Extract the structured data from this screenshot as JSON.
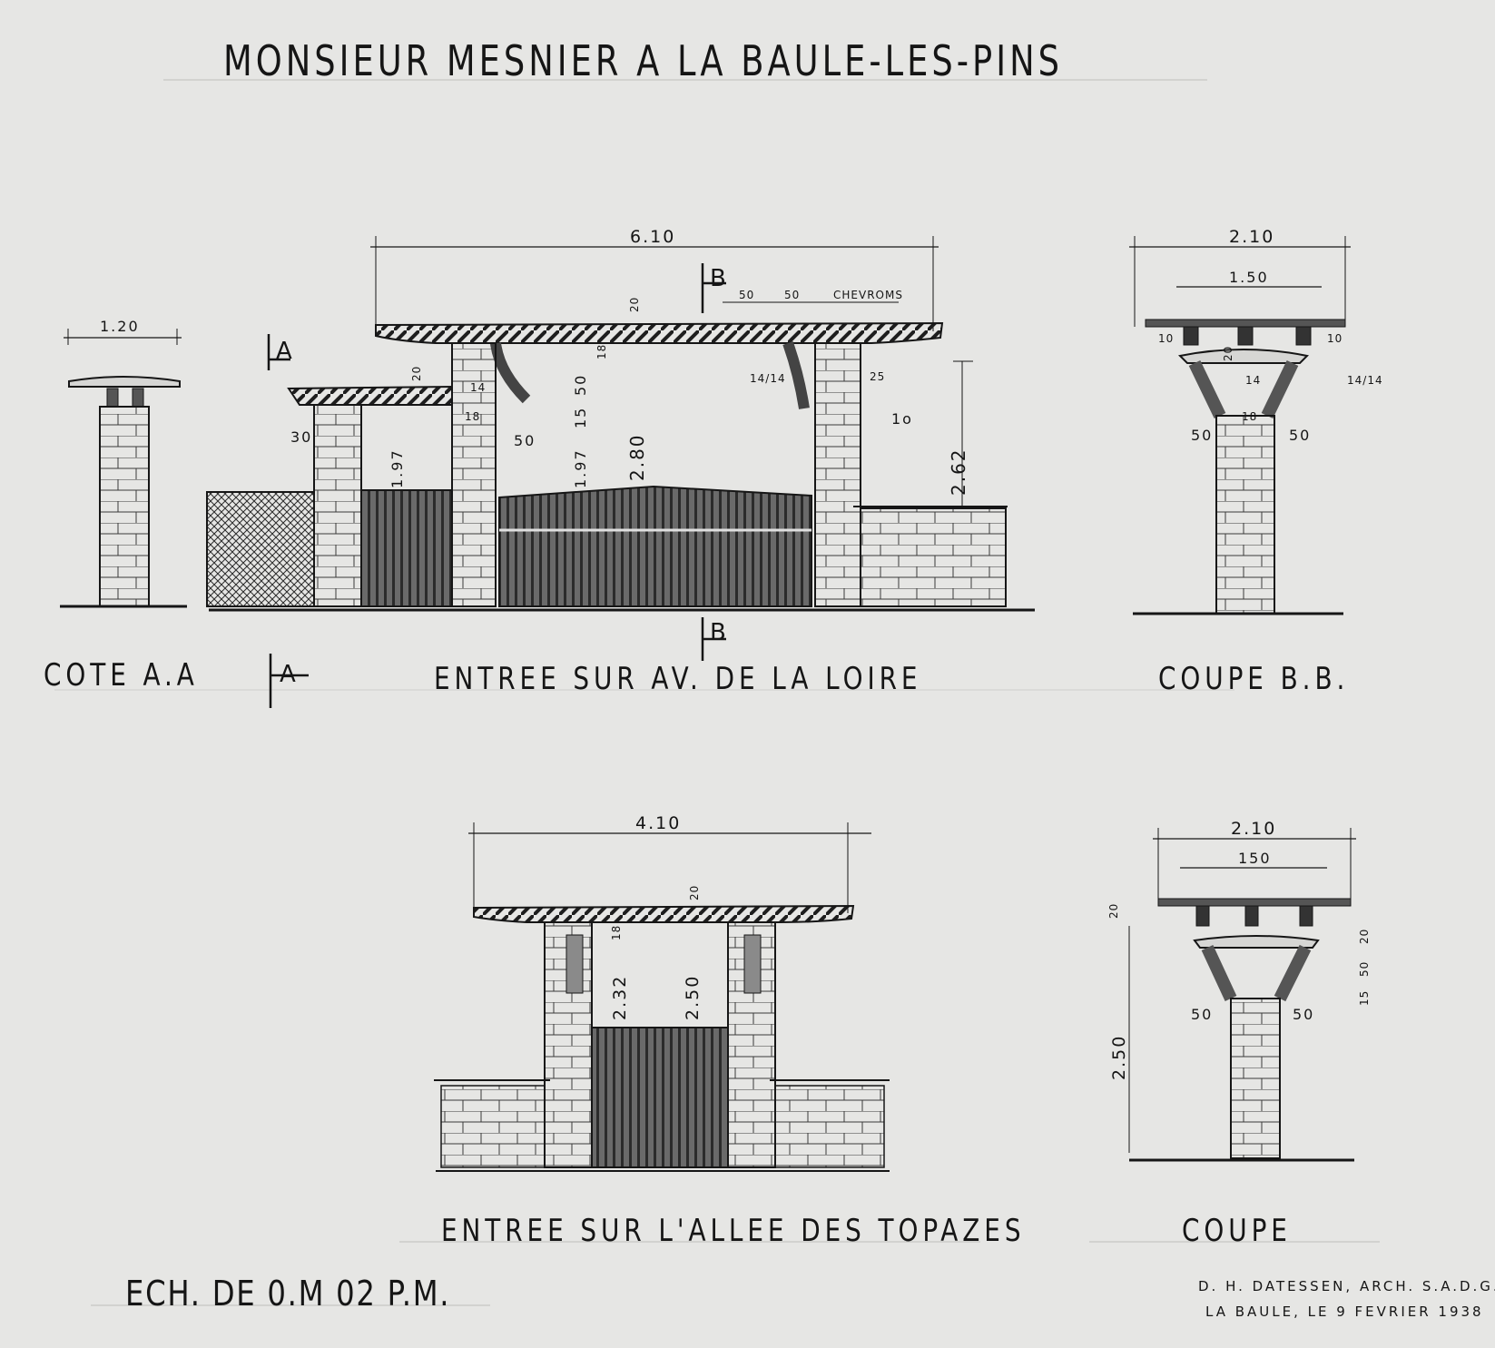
{
  "title": "MONSIEUR MESNIER A LA BAULE-LES-PINS",
  "views": {
    "cote_aa": {
      "label": "COTE A.A",
      "width_dim": "1.20"
    },
    "entree_loire": {
      "label": "ENTREE SUR AV. DE LA LOIRE",
      "dims": {
        "overall": "6.10",
        "spacing_a": "50",
        "spacing_b": "50",
        "beam_h": "20",
        "chevrons": "CHEVROMS",
        "post_left": "20",
        "bracket_h": "18",
        "bracket_a": "14",
        "post_w": "18",
        "left_pier_offset": "30",
        "bracket_span": "50",
        "bracket_vert": "15",
        "bracket_vert2": "50",
        "gate_h_left": "1.97",
        "gate_h_main": "1.97",
        "clear_h": "2.80",
        "bracket_frac": "14/14",
        "bracket_w": "25",
        "bracket_one": "1o",
        "total_h": "2.62"
      }
    },
    "coupe_bb": {
      "label": "COUPE B.B.",
      "dims": {
        "overall": "2.10",
        "inner": "1.50",
        "side_l": "10",
        "side_r": "10",
        "post_top": "20",
        "bracket": "14",
        "post_w": "18",
        "frac": "14/14",
        "span_l": "50",
        "span_r": "50"
      }
    },
    "entree_topazes": {
      "label": "ENTREE SUR L'ALLEE DES TOPAZES",
      "dims": {
        "overall": "4.10",
        "beam_h": "20",
        "bracket": "18",
        "gate_h": "2.32",
        "clear_h": "2.50"
      }
    },
    "coupe": {
      "label": "COUPE",
      "dims": {
        "overall": "2.10",
        "inner": "150",
        "beam_h": "20",
        "top_r": "20",
        "mid_r": "50",
        "low_r": "15",
        "span_l": "50",
        "span_r": "50",
        "total_h": "2.50"
      }
    }
  },
  "section_marks": {
    "a": "A",
    "b": "B"
  },
  "scale_note": "ECH. DE 0.M 02 P.M.",
  "signature": {
    "line1": "D. H. DATESSEN, ARCH. S.A.D.G.",
    "line2": "LA BAULE, LE 9 FEVRIER 1938"
  }
}
